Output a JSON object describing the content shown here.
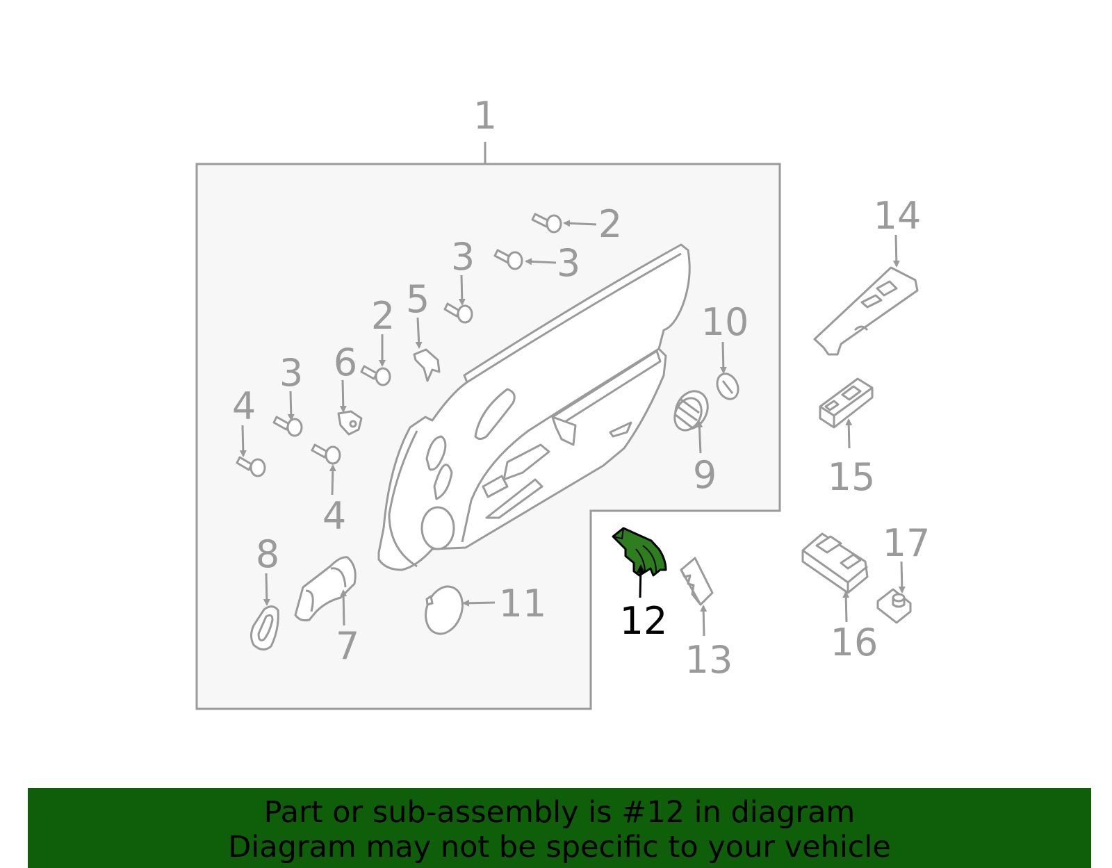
{
  "diagram": {
    "callouts": {
      "c1": "1",
      "c2a": "2",
      "c2b": "2",
      "c3a": "3",
      "c3b": "3",
      "c3c": "3",
      "c4a": "4",
      "c4b": "4",
      "c5": "5",
      "c6": "6",
      "c7": "7",
      "c8": "8",
      "c9": "9",
      "c10": "10",
      "c11": "11",
      "c12": "12",
      "c13": "13",
      "c14": "14",
      "c15": "15",
      "c16": "16",
      "c17": "17"
    },
    "highlighted_part": "12",
    "colors": {
      "line": "#9a9a9a",
      "panel_fill": "#f7f7f7",
      "highlight_fill": "#2e7d1e",
      "banner_bg": "#0f5e0a",
      "highlight_text": "#000000"
    }
  },
  "banner": {
    "line1": "Part or sub-assembly is #12 in diagram",
    "line2": "Diagram may not be specific to your vehicle"
  }
}
